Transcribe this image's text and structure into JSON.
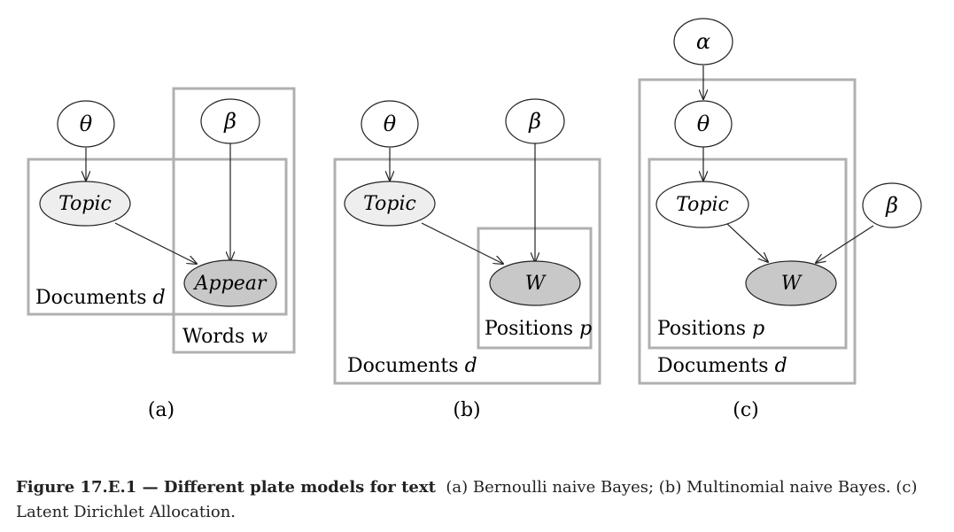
{
  "colors": {
    "plate": "#b0b0b0",
    "observed": "#c8c8c8",
    "latent_shaded": "#eeeeee",
    "open": "#ffffff",
    "stroke": "#222222"
  },
  "panel_a": {
    "theta": "θ",
    "beta": "β",
    "topic": "Topic",
    "appear": "Appear",
    "docs_label": "Documents",
    "docs_var": "d",
    "words_label": "Words",
    "words_var": "w",
    "sublabel": "(a)"
  },
  "panel_b": {
    "theta": "θ",
    "beta": "β",
    "topic": "Topic",
    "w": "W",
    "pos_label": "Positions",
    "pos_var": "p",
    "docs_label": "Documents",
    "docs_var": "d",
    "sublabel": "(b)"
  },
  "panel_c": {
    "alpha": "α",
    "theta": "θ",
    "beta": "β",
    "topic": "Topic",
    "w": "W",
    "pos_label": "Positions",
    "pos_var": "p",
    "docs_label": "Documents",
    "docs_var": "d",
    "sublabel": "(c)"
  },
  "caption": {
    "lead": "Figure 17.E.1 — Different plate models for text",
    "text": "(a) Bernoulli naive Bayes; (b) Multinomial naive Bayes. (c) Latent Dirichlet Allocation."
  }
}
